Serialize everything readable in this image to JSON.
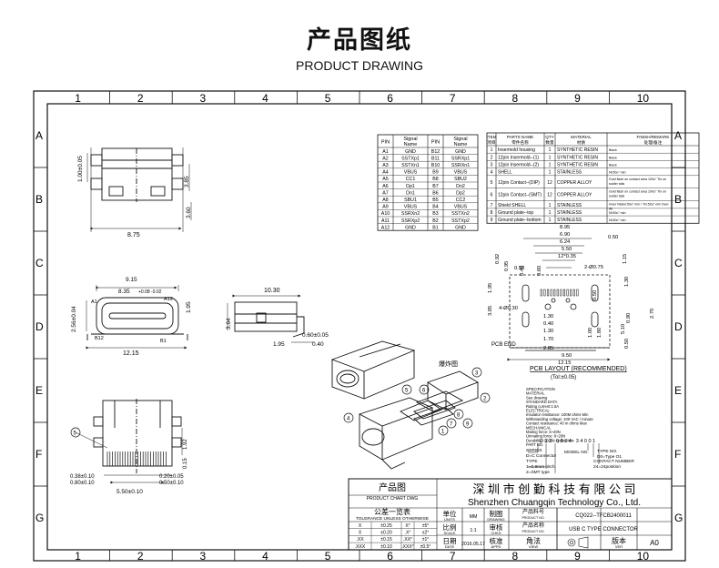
{
  "header": {
    "title": "产品图纸",
    "subtitle": "PRODUCT DRAWING"
  },
  "frame": {
    "columns": [
      "1",
      "2",
      "3",
      "4",
      "5",
      "6",
      "7",
      "8",
      "9",
      "10"
    ],
    "rows": [
      "A",
      "B",
      "C",
      "D",
      "E",
      "F",
      "G"
    ]
  },
  "pin_table": {
    "headers": [
      "PIN",
      "Signal Name",
      "PIN",
      "Signal Name"
    ],
    "rows": [
      [
        "A1",
        "GND",
        "B12",
        "GND"
      ],
      [
        "A2",
        "SSTXp1",
        "B11",
        "SSRXp1"
      ],
      [
        "A3",
        "SSTXn1",
        "B10",
        "SSRXn1"
      ],
      [
        "A4",
        "VBUS",
        "B9",
        "VBUS"
      ],
      [
        "A5",
        "CC1",
        "B8",
        "SBU2"
      ],
      [
        "A6",
        "Dp1",
        "B7",
        "Dn2"
      ],
      [
        "A7",
        "Dn1",
        "B6",
        "Dp2"
      ],
      [
        "A8",
        "SBU1",
        "B5",
        "CC2"
      ],
      [
        "A9",
        "VBUS",
        "B4",
        "VBUS"
      ],
      [
        "A10",
        "SSRXn2",
        "B3",
        "SSTXn2"
      ],
      [
        "A11",
        "SSRXp2",
        "B2",
        "SSTXp2"
      ],
      [
        "A12",
        "GND",
        "B1",
        "GND"
      ]
    ]
  },
  "bom": {
    "headers": [
      "ITEM 项目",
      "PARTS NAME 零件名称",
      "QTY 数量",
      "MATERIAL 材质",
      "FINISH/REMARK 处理/备注"
    ],
    "rows": [
      [
        "1",
        "Insermold housing",
        "1",
        "SYNTHETIC RESIN",
        "Black"
      ],
      [
        "2",
        "12pin Insermold--(1)",
        "1",
        "SYNTHETIC RESIN",
        "Black"
      ],
      [
        "3",
        "12pin Insermold--(2)",
        "1",
        "SYNTHETIC RESIN",
        "Black"
      ],
      [
        "4",
        "SHELL",
        "1",
        "STAINLESS",
        "Ni:50u\" min"
      ],
      [
        "5",
        "12pin Contact--(DIP)",
        "12",
        "COPPER ALLOY",
        "Gold flash on contact area 100u\" Tin on solder tails"
      ],
      [
        "6",
        "12pin Contact--(SMT)",
        "12",
        "COPPER ALLOY",
        "Gold flash on contact area 100u\" Tin on solder tails"
      ],
      [
        "7",
        "Shield SHELL",
        "1",
        "STAINLESS",
        "Inner Nickel:50u\" min / Tin:50u\" min Over All"
      ],
      [
        "8",
        "Ground plate--top",
        "1",
        "STAINLESS",
        "Ni:50u\" min"
      ],
      [
        "9",
        "Ground plate--bottom",
        "1",
        "STAINLESS",
        "Ni:50u\" min"
      ]
    ]
  },
  "dims": {
    "v1_h1": "1.00±0.05",
    "v1_h2": "3.85",
    "v1_h3": "3.60",
    "v1_w": "8.75",
    "v2_w1": "9.15",
    "v2_w2": "8.35",
    "v2_tol": "+0.08 -0.02",
    "v2_h": "2.56±0.04",
    "v2_r": "1.95",
    "v2_w3": "12.15",
    "v2_a1": "A1",
    "v2_a12": "A12",
    "v2_b12": "B12",
    "v2_b1": "B1",
    "v3_w": "10.30",
    "v3_h": "3.64",
    "v3_t": "0.60±0.05",
    "v3_a": "1.95",
    "v3_b": "0.40",
    "v4_a": "0.38±0.10",
    "v4_b": "0.80±0.10",
    "v4_c": "0.20±0.05",
    "v4_d": "0.50±0.10",
    "v4_e": "5.50±0.10",
    "v4_f": "1.92",
    "v4_g": "0.15",
    "pcb_labels": [
      "8.95",
      "6.90",
      "6.24",
      "5.50",
      "12*0.35",
      "0.50",
      "0.50",
      "2-Ø0.75",
      "0.92",
      "0.95",
      "1.95",
      "1.15",
      "1.30",
      "0.40",
      "0.60",
      "0.90",
      "5.10",
      "2.70",
      "0.50",
      "3.85",
      "4-Ø0.30",
      "1.30",
      "0.40",
      "1.30",
      "1.70",
      "2.85",
      "9.50",
      "12.15",
      "1.00",
      "1.80",
      "0.50"
    ],
    "pcb_end": "PCB END",
    "pcb_caption": "PCB LAYOUT (RECOMMENDED)",
    "pcb_tol": "(Tol:±0.05)",
    "explode_label": "爆炸图",
    "explode_nums": [
      "1",
      "2",
      "3",
      "4",
      "5",
      "6",
      "7",
      "8",
      "9"
    ]
  },
  "spec": {
    "lines": [
      "SPECIFICATION",
      "MATERIAL",
      "See drawing",
      "STANDARD DATA",
      "Rating current:1.5A",
      "ELECTRICAL",
      "Insulator resistance: 100M ohms  Min",
      "Withstanding voltage: 100 VAC / minute",
      "Contact resistance: 40 m ohms Max",
      "MECHANICAL",
      "Mating force: 5~20N",
      "Unmating force: 8~20N",
      "Durability: 10000 cycles Min",
      "PART NO."
    ],
    "part_no": "D 1 2 - 0 8 0 4 - 3 4 0 0 1",
    "series": "SERIES",
    "series_val": "D=C Connector",
    "type": "TYPE",
    "type_val": "1=0.8mm pitch",
    "smt": "2=SMT type",
    "model_no": "MODEL NO.",
    "type_no": "TYPE NO.",
    "type_no_val": "D0=Type O1",
    "contact_number": "CONTACT NUMBER",
    "contact_val": "24=24position"
  },
  "title_block": {
    "product_cn": "产品图",
    "product_en": "PRODUCT CHART DWG",
    "tolerance_cn": "公差一览表",
    "tolerance_en": "TOLERANCE UNLESS OTHERWISE",
    "tol_rows": [
      [
        "X",
        "±0.25",
        "X°",
        "±5°"
      ],
      [
        "X",
        "±0.20",
        ".X°",
        "±2°"
      ],
      [
        ".XX",
        "±0.15",
        ".XX°",
        "±1°"
      ],
      [
        ".XXX",
        "±0.10",
        ".XXX°",
        "±0.5°"
      ]
    ],
    "company_cn": "深 圳 市 创 勤 科 技 有 限 公 司",
    "company_en": "Shenzhen Chuangqin Technology Co., Ltd.",
    "unit_label": "单位",
    "unit_en": "UNITS",
    "unit_val": "MM",
    "drawn_label": "制图",
    "drawn_en": "DRAWING",
    "scale_label": "比例",
    "scale_en": "SCALE",
    "scale_val": "1:1",
    "check_label": "审核",
    "check_en": "CHKD",
    "date_label": "日期",
    "date_en": "DATE",
    "date_val": "2016.05.17",
    "approve_label": "核准",
    "approve_en": "APPD",
    "prod_no_label": "产品料号",
    "prod_no_en": "PRODUCT NO.",
    "prod_no_val": "CQ022--TFCB2400011",
    "prod_name_label": "产品名称",
    "prod_name_en": "PRODUCT NO.",
    "prod_name_val": "USB C TYPE CONNECTOR",
    "view_label": "角法",
    "view_en": "VIEW",
    "ver_label": "版本",
    "ver_en": "VER",
    "ver_val": "A0"
  }
}
